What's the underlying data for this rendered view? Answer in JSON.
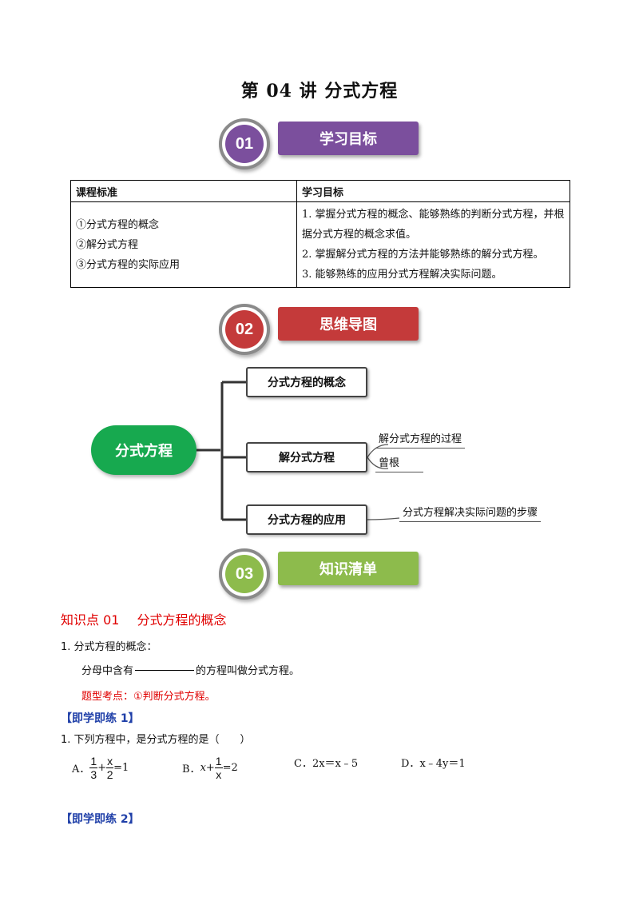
{
  "title": "第 04 讲  分式方程",
  "sections": [
    {
      "num": "01",
      "label": "学习目标",
      "color": "#7b4f9d"
    },
    {
      "num": "02",
      "label": "思维导图",
      "color": "#c43a3a"
    },
    {
      "num": "03",
      "label": "知识清单",
      "color": "#8dbb4c"
    }
  ],
  "objectives_table": {
    "headers": [
      "课程标准",
      "学习目标"
    ],
    "standards": [
      "①分式方程的概念",
      "②解分式方程",
      "③分式方程的实际应用"
    ],
    "goals": [
      "1. 掌握分式方程的概念、能够熟练的判断分式方程，并根据分式方程的概念求值。",
      "2. 掌握解分式方程的方法并能够熟练的解分式方程。",
      "3. 能够熟练的应用分式方程解决实际问题。"
    ]
  },
  "mindmap": {
    "center": "分式方程",
    "nodes": [
      "分式方程的概念",
      "解分式方程",
      "分式方程的应用"
    ],
    "leaves": {
      "solve": [
        "解分式方程的过程",
        "曾根"
      ],
      "apply": [
        "分式方程解决实际问题的步骤"
      ]
    }
  },
  "knowledge": {
    "point_label": "知识点 01",
    "point_title": "分式方程的概念",
    "item1": "1. 分式方程的概念：",
    "def_before": "分母中含有",
    "def_after": "的方程叫做分式方程。",
    "exam_point": "题型考点：①判断分式方程。",
    "practice1": "【即学即练 1】",
    "question1": "1. 下列方程中，是分式方程的是（　　）",
    "options": {
      "A": {
        "label": "A．",
        "frac1_num": "1",
        "frac1_den": "3",
        "plus": "+",
        "frac2_num": "x",
        "frac2_den": "2",
        "rest": "=1"
      },
      "B": {
        "label": "B．",
        "lead": "x+",
        "frac_num": "1",
        "frac_den": "x",
        "rest": "=2"
      },
      "C": {
        "label": "C．",
        "expr": "2x＝x﹣5"
      },
      "D": {
        "label": "D．",
        "expr": "x﹣4y＝1"
      }
    },
    "practice2": "【即学即练 2】"
  }
}
